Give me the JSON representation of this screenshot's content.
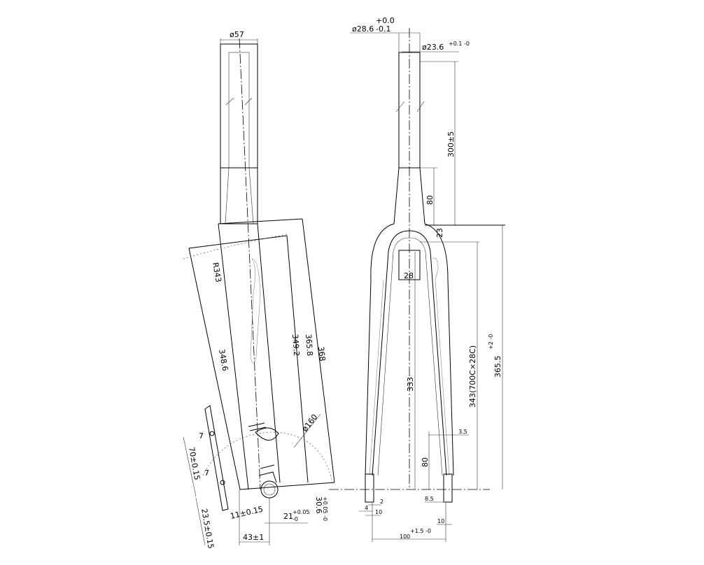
{
  "drawing": {
    "side_view": {
      "labels": {
        "steerer_dia": "ø57",
        "radius": "R343",
        "len_348": "348.6",
        "len_349": "349.2",
        "len_365": "365.8",
        "len_368": "368",
        "rotor_dia": "ø160",
        "mount_70": "70±0.15",
        "mount_23": "23.5±0.15",
        "mount_7a": "7",
        "mount_7b": "7",
        "axle_11": "11±0.15",
        "axle_21": "21",
        "axle_21_tol": "+0.05",
        "axle_21_tol_low": "-0",
        "axle_30": "30.6",
        "axle_30_tol": "+0.05 -0",
        "offset_43": "43±1"
      }
    },
    "front_view": {
      "labels": {
        "steerer_top_dia": "ø28.6",
        "steerer_top_tol_up": "+0.0",
        "steerer_top_tol_low": "-0.1",
        "steerer_inner_dia": "ø23.6",
        "steerer_inner_tol": "+0.1 -0",
        "steerer_len": "300±5",
        "taper_80": "80",
        "crown_23": "23",
        "crown_28": "28",
        "blade_333": "333",
        "tire_343": "343(700C×28C)",
        "axle_to_crown": "365.5",
        "axle_to_crown_tol": "+2 -0",
        "dropout_3_5": "3.5",
        "dropout_80": "80",
        "dropout_8_5": "8.5",
        "dropout_10_right": "10",
        "dropout_2": "2",
        "dropout_4": "4",
        "dropout_10_left": "10",
        "hub_width": "100",
        "hub_width_tol": "+1.5 -0"
      }
    }
  }
}
